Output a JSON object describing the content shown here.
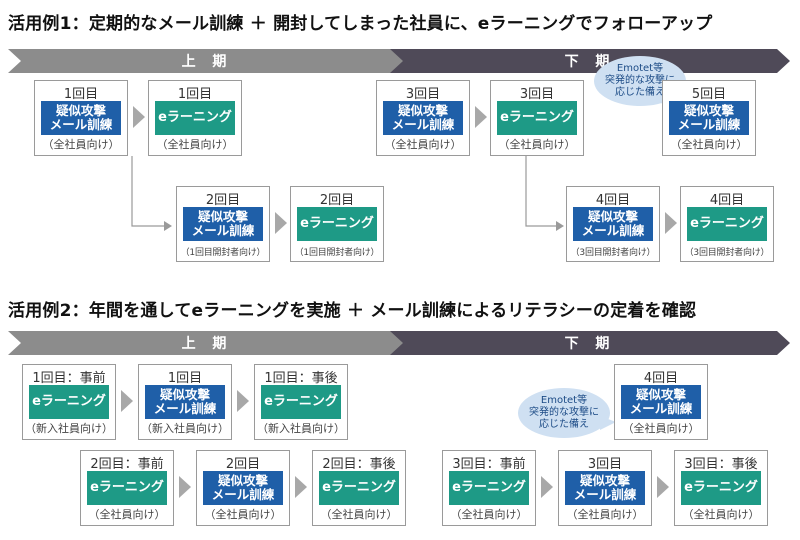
{
  "example1": {
    "title": "活用例1：定期的なメール訓練 ＋ 開封してしまった社員に、eラーニングでフォローアップ",
    "first_half": "上 期",
    "second_half": "下 期",
    "top_row": [
      {
        "label": "1回目",
        "core": "疑似攻撃\nメール訓練",
        "kind": "mail",
        "audience": "（全社員向け）"
      },
      {
        "label": "1回目",
        "core": "eラーニング",
        "kind": "elearn",
        "audience": "（全社員向け）"
      },
      {
        "label": "3回目",
        "core": "疑似攻撃\nメール訓練",
        "kind": "mail",
        "audience": "（全社員向け）"
      },
      {
        "label": "3回目",
        "core": "eラーニング",
        "kind": "elearn",
        "audience": "（全社員向け）"
      },
      {
        "label": "5回目",
        "core": "疑似攻撃\nメール訓練",
        "kind": "mail",
        "audience": "（全社員向け）"
      }
    ],
    "bottom_row": [
      {
        "label": "2回目",
        "core": "疑似攻撃\nメール訓練",
        "kind": "mail",
        "audience": "（1回目開封者向け）"
      },
      {
        "label": "2回目",
        "core": "eラーニング",
        "kind": "elearn",
        "audience": "（1回目開封者向け）"
      },
      {
        "label": "4回目",
        "core": "疑似攻撃\nメール訓練",
        "kind": "mail",
        "audience": "（3回目開封者向け）"
      },
      {
        "label": "4回目",
        "core": "eラーニング",
        "kind": "elearn",
        "audience": "（3回目開封者向け）"
      }
    ],
    "bubble": "Emotet等\n突発的な攻撃に\n応じた備え"
  },
  "example2": {
    "title": "活用例2：年間を通してeラーニングを実施 ＋ メール訓練によるリテラシーの定着を確認",
    "first_half": "上 期",
    "second_half": "下 期",
    "row1": [
      {
        "label": "1回目：事前",
        "core": "eラーニング",
        "kind": "elearn",
        "audience": "（新入社員向け）"
      },
      {
        "label": "1回目",
        "core": "疑似攻撃\nメール訓練",
        "kind": "mail",
        "audience": "（新入社員向け）"
      },
      {
        "label": "1回目：事後",
        "core": "eラーニング",
        "kind": "elearn",
        "audience": "（新入社員向け）"
      },
      {
        "label": "4回目",
        "core": "疑似攻撃\nメール訓練",
        "kind": "mail",
        "audience": "（全社員向け）"
      }
    ],
    "row2": [
      {
        "label": "2回目：事前",
        "core": "eラーニング",
        "kind": "elearn",
        "audience": "（全社員向け）"
      },
      {
        "label": "2回目",
        "core": "疑似攻撃\nメール訓練",
        "kind": "mail",
        "audience": "（全社員向け）"
      },
      {
        "label": "2回目：事後",
        "core": "eラーニング",
        "kind": "elearn",
        "audience": "（全社員向け）"
      },
      {
        "label": "3回目：事前",
        "core": "eラーニング",
        "kind": "elearn",
        "audience": "（全社員向け）"
      },
      {
        "label": "3回目",
        "core": "疑似攻撃\nメール訓練",
        "kind": "mail",
        "audience": "（全社員向け）"
      },
      {
        "label": "3回目：事後",
        "core": "eラーニング",
        "kind": "elearn",
        "audience": "（全社員向け）"
      }
    ],
    "bubble": "Emotet等\n突発的な攻撃に\n応じた備え"
  }
}
